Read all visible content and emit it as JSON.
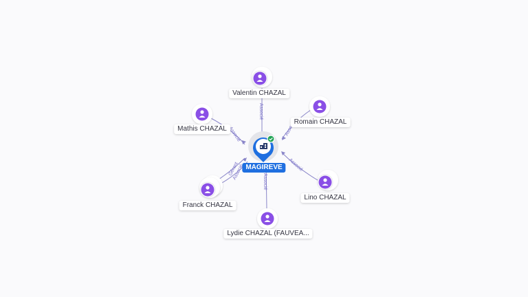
{
  "colors": {
    "person": "#8a4fe6",
    "company": "#1f6fe0",
    "check": "#22a456",
    "edge": "#8a86c9",
    "edge_text": "#7a72c9"
  },
  "center": {
    "label": "MAGIREVE",
    "icon": "company-building-icon"
  },
  "nodes": [
    {
      "id": "valentin",
      "label": "Valentin CHAZAL",
      "relation": "Associé",
      "icon": "person-icon"
    },
    {
      "id": "romain",
      "label": "Romain CHAZAL",
      "relation": "Associé",
      "icon": "person-icon"
    },
    {
      "id": "lino",
      "label": "Lino CHAZAL",
      "relation": "Associé",
      "icon": "person-icon"
    },
    {
      "id": "lydie",
      "label": "Lydie CHAZAL (FAUVEA...",
      "relation": "Associé",
      "icon": "person-icon"
    },
    {
      "id": "franck",
      "label": "Franck CHAZAL",
      "relation": "Gérant",
      "relation2": "Associé",
      "icon": "person-icon"
    },
    {
      "id": "mathis",
      "label": "Mathis CHAZAL",
      "relation": "Associé",
      "icon": "person-icon"
    }
  ]
}
